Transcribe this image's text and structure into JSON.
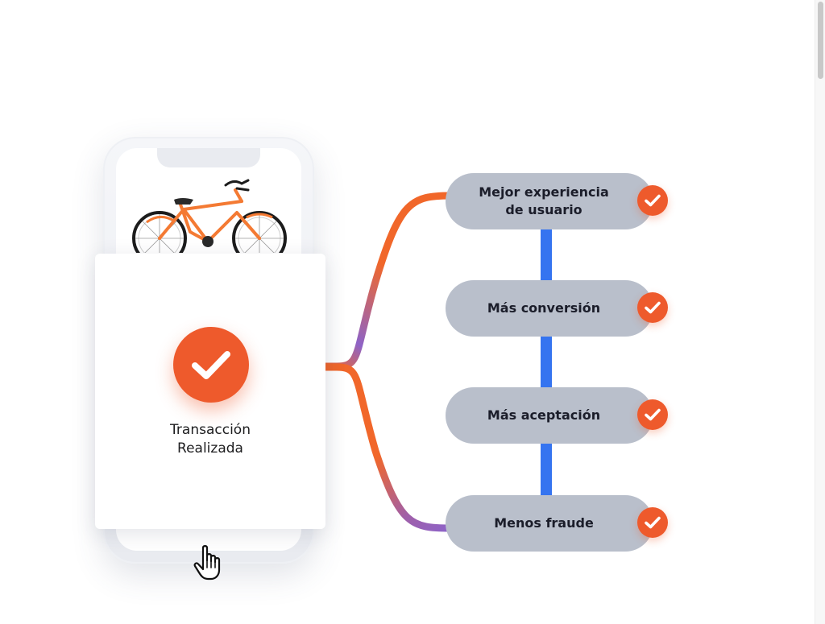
{
  "card": {
    "title_line1": "Transacción",
    "title_line2": "Realizada",
    "icon": "check-icon"
  },
  "benefits": [
    {
      "line1": "Mejor experiencia",
      "line2": "de usuario",
      "icon": "check-icon"
    },
    {
      "line1": "Más conversión",
      "line2": "",
      "icon": "check-icon"
    },
    {
      "line1": "Más aceptación",
      "line2": "",
      "icon": "check-icon"
    },
    {
      "line1": "Menos fraude",
      "line2": "",
      "icon": "check-icon"
    }
  ],
  "phone_image": "bicycle-image",
  "cursor": "hand-pointer-cursor",
  "colors": {
    "accent_orange": "#ee5a2c",
    "connector_orange": "#f1672a",
    "connector_purple": "#8e63c7",
    "pill_gray": "#b9bfcb",
    "vertical_line_blue": "#3574f0",
    "text_dark": "#1b1d2a"
  }
}
